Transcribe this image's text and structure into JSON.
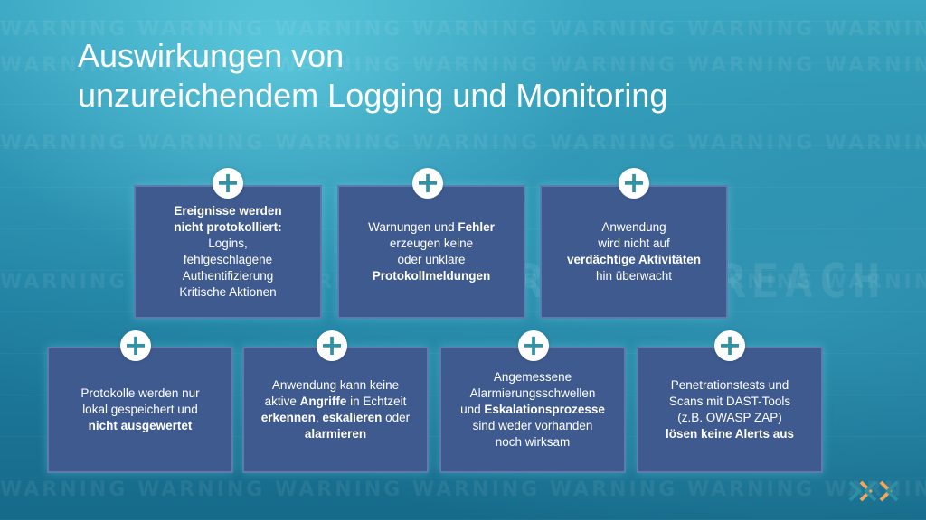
{
  "title": {
    "line1": "Auswirkungen von",
    "line2": "unzureichendem Logging und Monitoring"
  },
  "background": {
    "watermark_word": "WARNING",
    "breach_text": "SECURITY BREACH"
  },
  "colors": {
    "card": "#3f5a8f",
    "plus_icon": "#2f93a8",
    "background": "#2a8fae"
  },
  "cards": [
    {
      "id": "1",
      "parts": [
        {
          "t": "Ereignisse werden",
          "b": true
        },
        {
          "br": true
        },
        {
          "t": "nicht protokolliert:",
          "b": true
        },
        {
          "br": true
        },
        {
          "t": "Logins,",
          "b": false
        },
        {
          "br": true
        },
        {
          "t": "fehlgeschlagene",
          "b": false
        },
        {
          "br": true
        },
        {
          "t": "Authentifizierung",
          "b": false
        },
        {
          "br": true
        },
        {
          "t": "Kritische Aktionen",
          "b": false
        }
      ]
    },
    {
      "id": "2",
      "parts": [
        {
          "t": "Warnungen und ",
          "b": false
        },
        {
          "t": "Fehler",
          "b": true
        },
        {
          "br": true
        },
        {
          "t": "erzeugen keine",
          "b": false
        },
        {
          "br": true
        },
        {
          "t": "oder unklare",
          "b": false
        },
        {
          "br": true
        },
        {
          "t": "Protokollmeldungen",
          "b": true
        }
      ]
    },
    {
      "id": "3",
      "parts": [
        {
          "t": "Anwendung",
          "b": false
        },
        {
          "br": true
        },
        {
          "t": "wird nicht auf",
          "b": false
        },
        {
          "br": true
        },
        {
          "t": "verdächtige Aktivitäten",
          "b": true
        },
        {
          "br": true
        },
        {
          "t": "hin überwacht",
          "b": false
        }
      ]
    },
    {
      "id": "4",
      "parts": [
        {
          "t": "Protokolle werden nur",
          "b": false
        },
        {
          "br": true
        },
        {
          "t": "lokal gespeichert und",
          "b": false
        },
        {
          "br": true
        },
        {
          "t": "nicht ausgewertet",
          "b": true
        }
      ]
    },
    {
      "id": "5",
      "parts": [
        {
          "t": "Anwendung kann keine",
          "b": false
        },
        {
          "br": true
        },
        {
          "t": "aktive ",
          "b": false
        },
        {
          "t": "Angriffe",
          "b": true
        },
        {
          "t": " in Echtzeit",
          "b": false
        },
        {
          "br": true
        },
        {
          "t": "erkennen",
          "b": true
        },
        {
          "t": ", ",
          "b": false
        },
        {
          "t": "eskalieren",
          "b": true
        },
        {
          "t": " oder",
          "b": false
        },
        {
          "br": true
        },
        {
          "t": "alarmieren",
          "b": true
        }
      ]
    },
    {
      "id": "6",
      "parts": [
        {
          "t": "Angemessene",
          "b": false
        },
        {
          "br": true
        },
        {
          "t": "Alarmierungsschwellen",
          "b": false
        },
        {
          "br": true
        },
        {
          "t": "und ",
          "b": false
        },
        {
          "t": "Eskalationsprozesse",
          "b": true
        },
        {
          "br": true
        },
        {
          "t": "sind weder vorhanden",
          "b": false
        },
        {
          "br": true
        },
        {
          "t": "noch wirksam",
          "b": false
        }
      ]
    },
    {
      "id": "7",
      "parts": [
        {
          "t": "Penetrationstests und",
          "b": false
        },
        {
          "br": true
        },
        {
          "t": "Scans mit DAST-Tools",
          "b": false
        },
        {
          "br": true
        },
        {
          "t": "(z.B. OWASP ZAP)",
          "b": false
        },
        {
          "br": true
        },
        {
          "t": "lösen keine Alerts aus",
          "b": true
        }
      ]
    }
  ],
  "plus_symbol": "+"
}
